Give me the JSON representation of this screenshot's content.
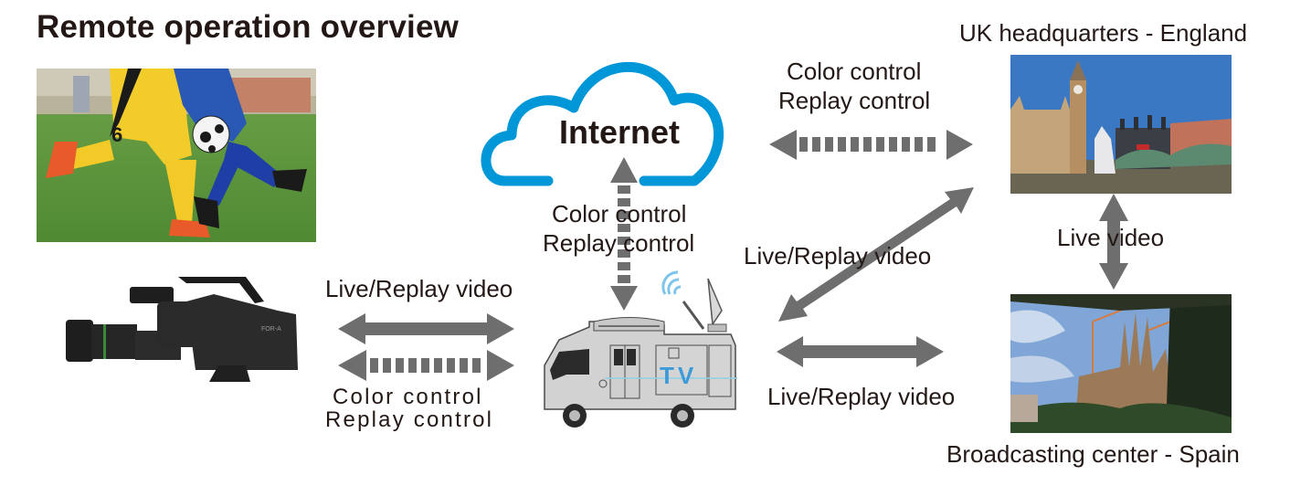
{
  "title": "Remote operation overview",
  "nodes": {
    "internet": {
      "label": "Internet",
      "icon": "cloud-icon",
      "color": "#0097d9"
    },
    "camera": {
      "icon": "broadcast-camera-icon",
      "brand": "FOR-A"
    },
    "ob_van": {
      "icon": "tv-broadcast-van-icon",
      "badge": "TV",
      "badge_color": "#3d9ad8",
      "signal_color": "#7fc4ea"
    },
    "sports_photo": {
      "icon": "soccer-match-photo",
      "jersey_number": "6"
    },
    "uk_hq": {
      "label": "UK headquarters - England",
      "icon": "london-westminster-photo"
    },
    "spain_center": {
      "label": "Broadcasting center - Spain",
      "icon": "sagrada-familia-photo"
    }
  },
  "connections": {
    "camera_van_video": {
      "label": "Live/Replay video",
      "style": "solid",
      "direction": "bidirectional"
    },
    "camera_van_control": {
      "label_lines": [
        "Color control",
        "Replay control"
      ],
      "style": "dashed",
      "direction": "bidirectional"
    },
    "van_internet_control": {
      "label_lines": [
        "Color control",
        "Replay control"
      ],
      "style": "dashed",
      "direction": "bidirectional"
    },
    "internet_uk_control": {
      "label_lines": [
        "Color control",
        "Replay control"
      ],
      "style": "dashed",
      "direction": "bidirectional"
    },
    "van_uk_video": {
      "label": "Live/Replay video",
      "style": "solid",
      "direction": "bidirectional"
    },
    "van_spain_video": {
      "label": "Live/Replay video",
      "style": "solid",
      "direction": "bidirectional"
    },
    "uk_spain_video": {
      "label": "Live video",
      "style": "solid",
      "direction": "bidirectional"
    }
  },
  "colors": {
    "arrow": "#6e6e6e",
    "text": "#231815",
    "cloud": "#0097d9"
  }
}
